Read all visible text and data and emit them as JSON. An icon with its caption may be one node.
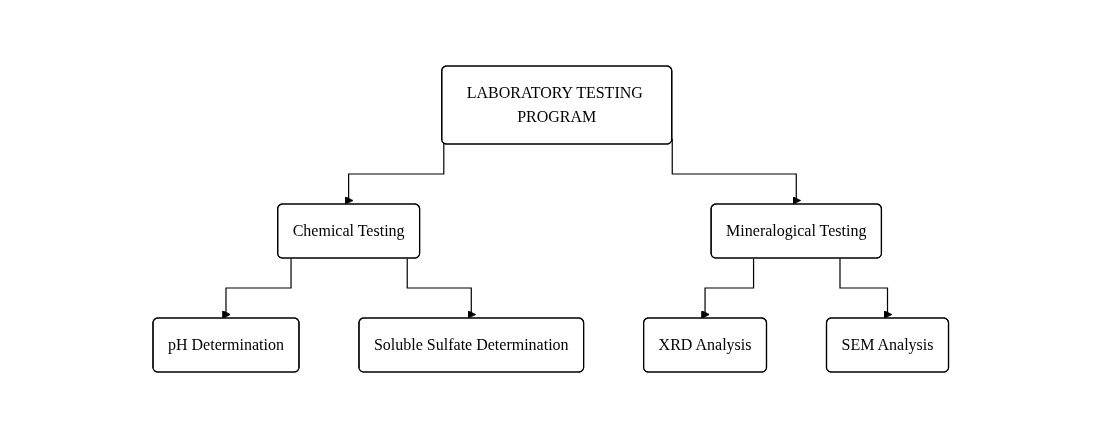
{
  "diagram": {
    "nodes": [
      {
        "text": [
          "LABORATORY TESTING PROGRAM"
        ]
      },
      {
        "text": [
          "Chemical Testing"
        ]
      },
      {
        "text": [
          "Mineralogical Testing"
        ]
      },
      {
        "text": [
          "pH Determination"
        ]
      },
      {
        "text": [
          "Soluble Sulfate Determination"
        ]
      },
      {
        "text": [
          "XRD Analysis"
        ]
      },
      {
        "text": [
          "SEM Analysis"
        ]
      }
    ],
    "edges": [
      {
        "from": 0,
        "to": 1,
        "arrow": "to"
      },
      {
        "from": 0,
        "to": 2,
        "arrow": "to"
      },
      {
        "from": 1,
        "to": 3,
        "arrow": "to"
      },
      {
        "from": 1,
        "to": 4,
        "arrow": "to"
      },
      {
        "from": 2,
        "to": 5,
        "arrow": "to"
      },
      {
        "from": 2,
        "to": 6,
        "arrow": "to"
      }
    ]
  }
}
